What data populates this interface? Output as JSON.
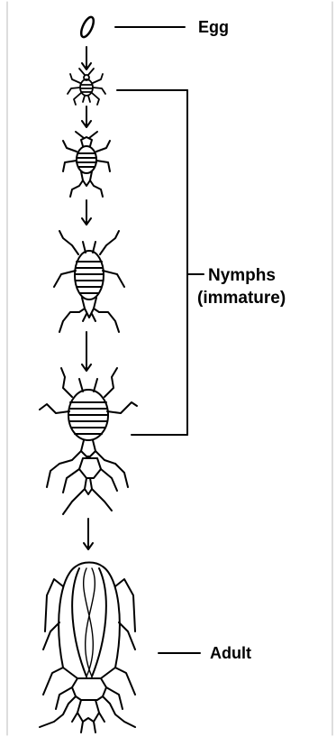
{
  "labels": {
    "egg": "Egg",
    "nymphs_line1": "Nymphs",
    "nymphs_line2": "(immature)",
    "adult": "Adult"
  },
  "stages": [
    {
      "name": "egg"
    },
    {
      "name": "nymph-1"
    },
    {
      "name": "nymph-2"
    },
    {
      "name": "nymph-3"
    },
    {
      "name": "nymph-4"
    },
    {
      "name": "adult"
    }
  ],
  "colors": {
    "ink": "#000000",
    "background": "#ffffff"
  }
}
